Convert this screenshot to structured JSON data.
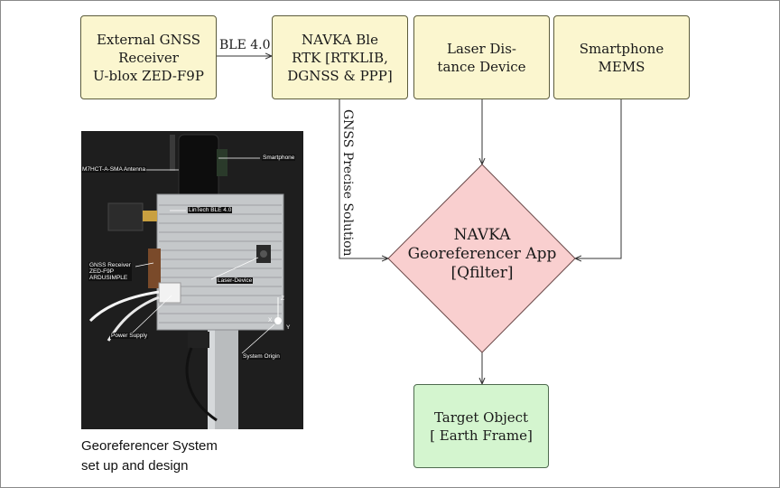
{
  "diagram": {
    "nodes": {
      "external_gnss": "External GNSS\nReceiver\nU-blox ZED-F9P",
      "navka_ble": "NAVKA Ble\nRTK [RTKLIB,\nDGNSS & PPP]",
      "laser": "Laser Dis-\ntance Device",
      "smartphone": "Smartphone MEMS",
      "app": "NAVKA\nGeoreferencer App\n[Qfilter]",
      "target": "Target Object\n[ Earth Frame]"
    },
    "edges": {
      "ble": "BLE 4.0",
      "gnss_solution": "GNSS Precise Solution"
    }
  },
  "photo": {
    "labels": {
      "antenna": "M7HCT-A-SMA Antenna",
      "smartphone": "Smartphone",
      "lintech": "LinTech BLE 4.0",
      "gnss_receiver": "GNSS Receiver\nZED-F9P\nARDUSIMPLE",
      "laser": "Laser-Device",
      "power": "Power Supply",
      "origin": "System Origin",
      "axis_z": "Z",
      "axis_x": "X",
      "axis_y": "Y"
    }
  },
  "caption": "Georeferencer System\nset up and design"
}
